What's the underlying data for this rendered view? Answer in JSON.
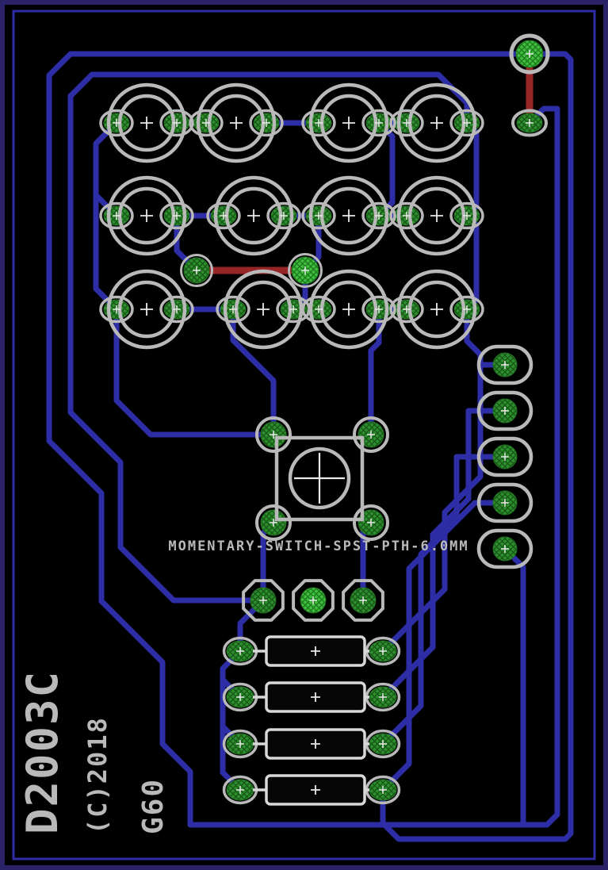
{
  "board": {
    "type": "pcb-layout",
    "labels": {
      "switch_footprint": "MOMENTARY-SWITCH-SPST-PTH-6.0MM",
      "board_name": "D2003C",
      "copyright": "(C)2018",
      "revision": "G60"
    },
    "colors": {
      "background": "#000000",
      "frame": "#2a2166",
      "outline": "#2d2da6",
      "trace": "#2d2da6",
      "trace_red": "#962626",
      "silkscreen": "#b9b9b9",
      "silkscreen_bright": "#d8d8d8",
      "pad_green": "#2e8f2e",
      "pad_green_bright": "#3fbe3f",
      "pad_hatch": "#175817",
      "pad_hatch_bright": "#1d7a1d",
      "origin_cross": "#e9e9e9"
    },
    "components": {
      "pushbutton_count": 12,
      "header_pin_count": 5,
      "resistor_count": 4,
      "tri_pad_count": 3,
      "via_pair_count": 2
    }
  }
}
